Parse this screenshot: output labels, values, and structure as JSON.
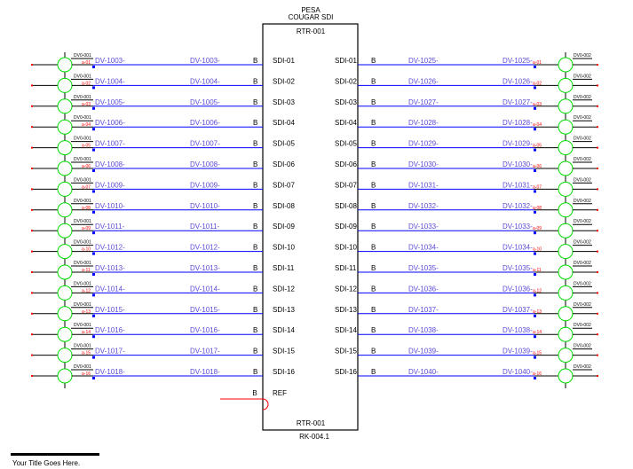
{
  "header": {
    "line1": "PESA",
    "line2": "COUGAR SDI",
    "box_top": "RTR-001"
  },
  "footer": {
    "box_bottom": "RTR-001",
    "rack": "RK-004.1",
    "title": "Your Title Goes Here."
  },
  "ref": {
    "pin": "B",
    "label": "REF"
  },
  "left_rows": [
    {
      "cable": "DV-1003-",
      "port": "SDI-01",
      "tag": "DV0-001",
      "sub": "a-01"
    },
    {
      "cable": "DV-1004-",
      "port": "SDI-02",
      "tag": "DV0-001",
      "sub": "a-02"
    },
    {
      "cable": "DV-1005-",
      "port": "SDI-03",
      "tag": "DV0-001",
      "sub": "a-03"
    },
    {
      "cable": "DV-1006-",
      "port": "SDI-04",
      "tag": "DV0-001",
      "sub": "a-04"
    },
    {
      "cable": "DV-1007-",
      "port": "SDI-05",
      "tag": "DV0-001",
      "sub": "a-05"
    },
    {
      "cable": "DV-1008-",
      "port": "SDI-06",
      "tag": "DV0-001",
      "sub": "a-06"
    },
    {
      "cable": "DV-1009-",
      "port": "SDI-07",
      "tag": "DV0-001",
      "sub": "a-07"
    },
    {
      "cable": "DV-1010-",
      "port": "SDI-08",
      "tag": "DV0-001",
      "sub": "a-08"
    },
    {
      "cable": "DV-1011-",
      "port": "SDI-09",
      "tag": "DV0-001",
      "sub": "a-09"
    },
    {
      "cable": "DV-1012-",
      "port": "SDI-10",
      "tag": "DV0-001",
      "sub": "a-10"
    },
    {
      "cable": "DV-1013-",
      "port": "SDI-11",
      "tag": "DV0-001",
      "sub": "a-11"
    },
    {
      "cable": "DV-1014-",
      "port": "SDI-12",
      "tag": "DV0-001",
      "sub": "a-12"
    },
    {
      "cable": "DV-1015-",
      "port": "SDI-13",
      "tag": "DV0-001",
      "sub": "a-13"
    },
    {
      "cable": "DV-1016-",
      "port": "SDI-14",
      "tag": "DV0-001",
      "sub": "a-14"
    },
    {
      "cable": "DV-1017-",
      "port": "SDI-15",
      "tag": "DV0-001",
      "sub": "a-15"
    },
    {
      "cable": "DV-1018-",
      "port": "SDI-16",
      "tag": "DV0-001",
      "sub": "a-16"
    }
  ],
  "right_rows": [
    {
      "cable": "DV-1025-",
      "port": "SDI-01",
      "tag": "DV0-002",
      "sub": "a-01"
    },
    {
      "cable": "DV-1026-",
      "port": "SDI-02",
      "tag": "DV0-002",
      "sub": "a-02"
    },
    {
      "cable": "DV-1027-",
      "port": "SDI-03",
      "tag": "DV0-002",
      "sub": "a-03"
    },
    {
      "cable": "DV-1028-",
      "port": "SDI-04",
      "tag": "DV0-002",
      "sub": "a-04"
    },
    {
      "cable": "DV-1029-",
      "port": "SDI-05",
      "tag": "DV0-002",
      "sub": "a-05"
    },
    {
      "cable": "DV-1030-",
      "port": "SDI-06",
      "tag": "DV0-002",
      "sub": "a-06"
    },
    {
      "cable": "DV-1031-",
      "port": "SDI-07",
      "tag": "DV0-002",
      "sub": "a-07"
    },
    {
      "cable": "DV-1032-",
      "port": "SDI-08",
      "tag": "DV0-002",
      "sub": "a-08"
    },
    {
      "cable": "DV-1033-",
      "port": "SDI-09",
      "tag": "DV0-002",
      "sub": "a-09"
    },
    {
      "cable": "DV-1034-",
      "port": "SDI-10",
      "tag": "DV0-002",
      "sub": "a-10"
    },
    {
      "cable": "DV-1035-",
      "port": "SDI-11",
      "tag": "DV0-002",
      "sub": "a-11"
    },
    {
      "cable": "DV-1036-",
      "port": "SDI-12",
      "tag": "DV0-002",
      "sub": "a-12"
    },
    {
      "cable": "DV-1037-",
      "port": "SDI-13",
      "tag": "DV0-002",
      "sub": "a-13"
    },
    {
      "cable": "DV-1038-",
      "port": "SDI-14",
      "tag": "DV0-002",
      "sub": "a-14"
    },
    {
      "cable": "DV-1039-",
      "port": "SDI-15",
      "tag": "DV0-002",
      "sub": "a-15"
    },
    {
      "cable": "DV-1040-",
      "port": "SDI-16",
      "tag": "DV0-002",
      "sub": "a-16"
    }
  ],
  "pin_label": "B",
  "colors": {
    "wire": "#0000ff",
    "text": "#5a4bd6",
    "connector": "#00dd00",
    "accent": "#ff0000"
  }
}
